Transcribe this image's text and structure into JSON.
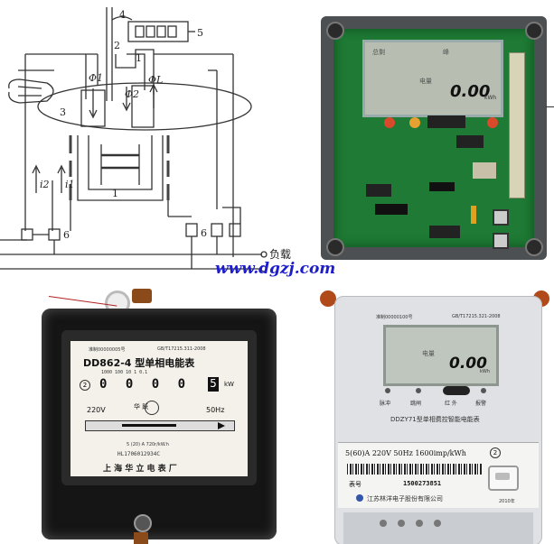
{
  "diagram": {
    "labels": {
      "n1": "1",
      "n2": "2",
      "n3": "3",
      "n4": "4",
      "n5": "5",
      "n6_left": "6",
      "n6_right": "6",
      "phi1": "Φ1",
      "phi2": "Φ2",
      "phiL": "ΦL",
      "i1": "i1",
      "i2": "i2",
      "load": "负载"
    }
  },
  "watermark": "www.dgzj.com",
  "pcb_meter": {
    "lcd_label_left": "总剩",
    "lcd_label_right": "峰",
    "lcd_label_mid": "电量",
    "reading": "0.00",
    "unit": "kWh"
  },
  "mech_meter": {
    "cert_line": "准制00000005号",
    "standard": "GB/T17215.311-2008",
    "model": "DD862-4 型单相电能表",
    "dial_scale": "1000  100  10   1  0.1",
    "counter_digits": "0 0 0 0",
    "counter_last": "5",
    "counter_unit": "kW",
    "voltage": "220V",
    "brand": "华 跃",
    "frequency": "50Hz",
    "rating": "5 (20) A  720r/kW.h",
    "serial": "HL1706012934C",
    "maker": "上 海 华 立 电 表 厂"
  },
  "smart_meter": {
    "cert_line": "准制00000100号",
    "standard": "GB/T17215.321-2008",
    "lcd_label": "电量",
    "reading": "0.00",
    "unit": "kWh",
    "ind_pulse": "脉冲",
    "ind_trip": "跳闸",
    "ind_ir": "红  外",
    "ind_alarm": "报警",
    "model": "DDZY71型单相费控智能电能表",
    "rating": "5(60)A  220V  50Hz  1600imp/kWh",
    "class_mark": "2",
    "meter_no_label": "表号",
    "meter_no": "1500273851",
    "maker": "江苏林洋电子股份有限公司",
    "year": "2010年"
  }
}
